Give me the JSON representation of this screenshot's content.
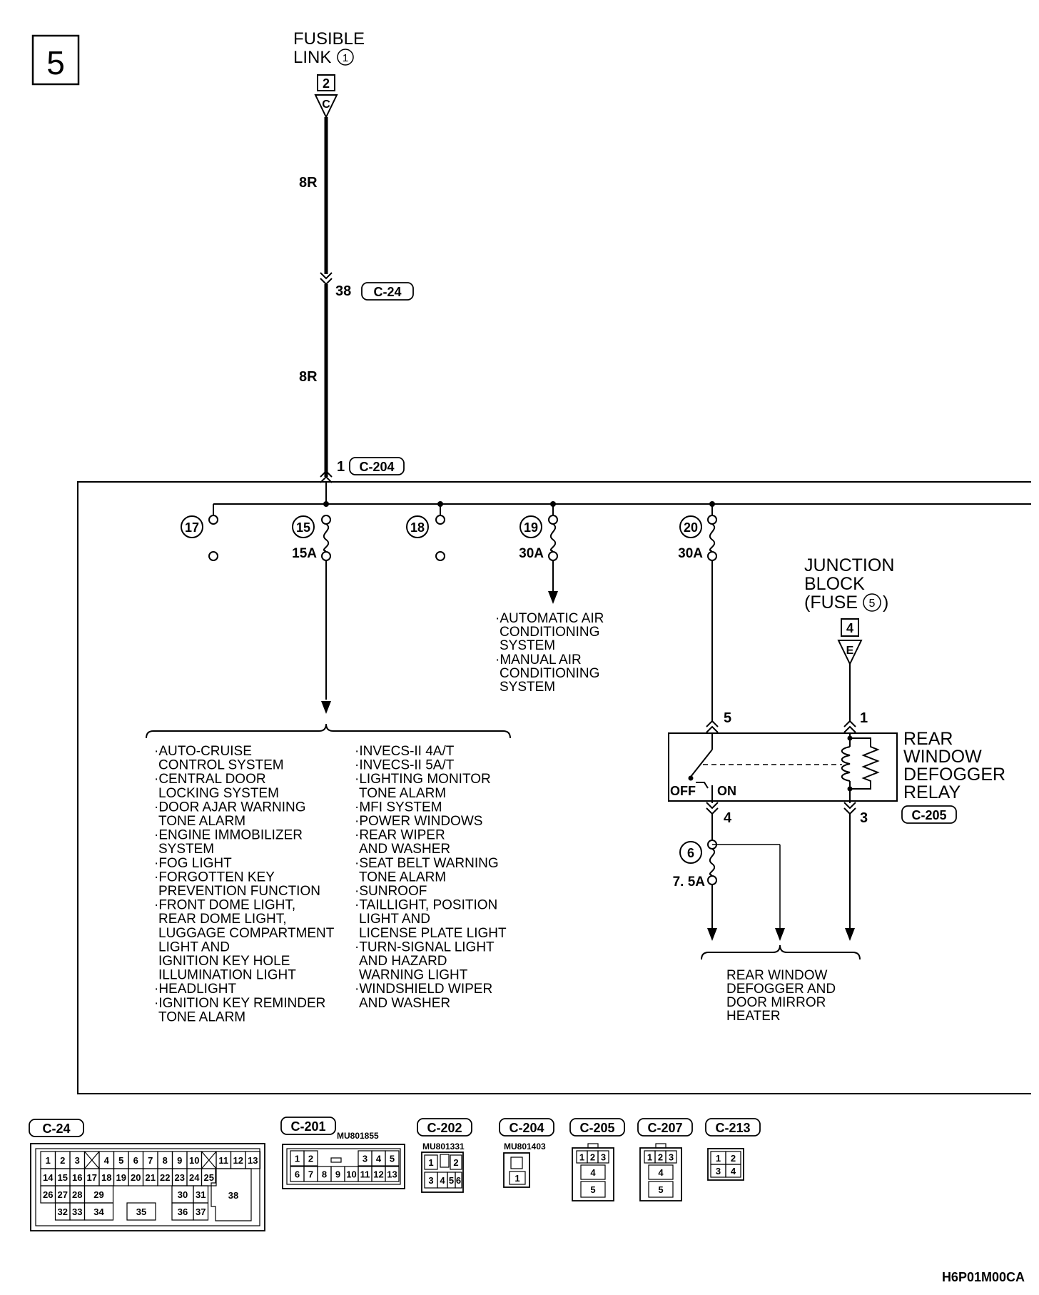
{
  "page": {
    "number": "5",
    "code": "H6P01M00CA"
  },
  "fusible_link": {
    "title_line1": "FUSIBLE",
    "title_line2": "LINK",
    "number": "1",
    "terminal": "2",
    "connector_letter": "C"
  },
  "wires": {
    "main_upper": "8R",
    "main_lower": "8R",
    "c24_pin": "38",
    "c24": "C-24",
    "c204_pin": "1",
    "c204": "C-204"
  },
  "fuses": [
    {
      "number": "17",
      "rating": ""
    },
    {
      "number": "15",
      "rating": "15A"
    },
    {
      "number": "18",
      "rating": ""
    },
    {
      "number": "19",
      "rating": "30A"
    },
    {
      "number": "20",
      "rating": "30A"
    },
    {
      "number": "6",
      "rating": "7. 5A"
    }
  ],
  "ac_systems": [
    "·AUTOMATIC AIR",
    "CONDITIONING",
    "SYSTEM",
    "·MANUAL AIR",
    "CONDITIONING",
    "SYSTEM"
  ],
  "systems_col1": [
    "·AUTO-CRUISE",
    "CONTROL SYSTEM",
    "·CENTRAL DOOR",
    "LOCKING SYSTEM",
    "·DOOR AJAR WARNING",
    "TONE ALARM",
    "·ENGINE IMMOBILIZER",
    "SYSTEM",
    "·FOG LIGHT",
    "·FORGOTTEN KEY",
    "PREVENTION FUNCTION",
    "·FRONT DOME LIGHT,",
    "REAR DOME LIGHT,",
    "LUGGAGE COMPARTMENT",
    "LIGHT AND",
    "IGNITION KEY HOLE",
    "ILLUMINATION LIGHT",
    "·HEADLIGHT",
    "·IGNITION KEY REMINDER",
    "TONE ALARM"
  ],
  "systems_col2": [
    "·INVECS-II 4A/T",
    "·INVECS-II 5A/T",
    "·LIGHTING MONITOR",
    "TONE ALARM",
    "·MFI SYSTEM",
    "·POWER WINDOWS",
    "·REAR WIPER",
    "AND WASHER",
    "·SEAT BELT WARNING",
    "TONE ALARM",
    "·SUNROOF",
    "·TAILLIGHT, POSITION",
    "LIGHT AND",
    "LICENSE PLATE LIGHT",
    "·TURN-SIGNAL LIGHT",
    "AND HAZARD",
    "WARNING LIGHT",
    "·WINDSHIELD WIPER",
    "AND WASHER"
  ],
  "junction_block": {
    "line1": "JUNCTION",
    "line2": "BLOCK",
    "line3": "(FUSE",
    "fuse": "5",
    "line3_end": ")",
    "terminal": "4",
    "connector_letter": "E"
  },
  "relay": {
    "name": [
      "REAR",
      "WINDOW",
      "DEFOGGER",
      "RELAY"
    ],
    "connector": "C-205",
    "pin_in_switch": "5",
    "pin_in_coil": "1",
    "pin_out_switch": "4",
    "pin_out_coil": "3",
    "off_label": "OFF",
    "on_label": "ON"
  },
  "heater": [
    "REAR WINDOW",
    "DEFOGGER AND",
    "DOOR MIRROR",
    "HEATER"
  ],
  "connectors": [
    {
      "label": "C-24",
      "part": ""
    },
    {
      "label": "C-201",
      "part": "MU801855"
    },
    {
      "label": "C-202",
      "part": "MU801331"
    },
    {
      "label": "C-204",
      "part": "MU801403"
    },
    {
      "label": "C-205",
      "part": ""
    },
    {
      "label": "C-207",
      "part": ""
    },
    {
      "label": "C-213",
      "part": ""
    }
  ],
  "c24_pins": {
    "row1": [
      "1",
      "2",
      "3",
      "4",
      "5",
      "6",
      "7",
      "8",
      "9",
      "10",
      "11",
      "12",
      "13"
    ],
    "row2": [
      "14",
      "15",
      "16",
      "17",
      "18",
      "19",
      "20",
      "21",
      "22",
      "23",
      "24",
      "25"
    ],
    "row3": [
      "26",
      "27",
      "28",
      "29",
      "30",
      "31",
      "38"
    ],
    "row4": [
      "32",
      "33",
      "34",
      "35",
      "36",
      "37"
    ]
  },
  "c201_pins": {
    "row1": [
      "1",
      "2",
      "3",
      "4",
      "5"
    ],
    "row2": [
      "6",
      "7",
      "8",
      "9",
      "10",
      "11",
      "12",
      "13"
    ]
  },
  "c202_pins": [
    "1",
    "2",
    "3",
    "4",
    "5",
    "6"
  ],
  "c204_pins": [
    "1"
  ],
  "c205_pins": [
    "1",
    "2",
    "3",
    "4",
    "5"
  ],
  "c207_pins": [
    "1",
    "2",
    "3",
    "4",
    "5"
  ],
  "c213_pins": [
    "1",
    "2",
    "3",
    "4"
  ]
}
